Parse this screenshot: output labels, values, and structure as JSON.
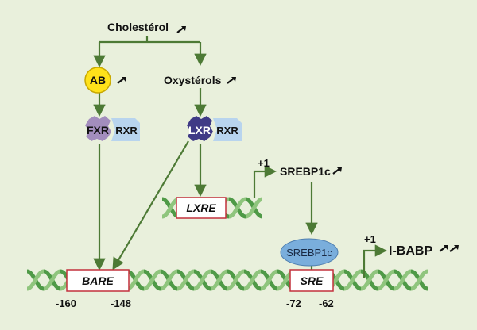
{
  "labels": {
    "cholesterol": "Cholestérol",
    "ab": "AB",
    "oxysterols": "Oxystérols",
    "fxr": "FXR",
    "rxr_left": "RXR",
    "lxr": "LXR",
    "rxr_right": "RXR",
    "lxre": "LXRE",
    "plus_one_srebp": "+1",
    "srebp1c_gene": "SREBP1c",
    "srebp1c_protein": "SREBP1c",
    "plus_one_ibabp": "+1",
    "ibabp": "I-BABP",
    "bare": "BARE",
    "sre": "SRE",
    "pos_minus160": "-160",
    "pos_minus148": "-148",
    "pos_minus72": "-72",
    "pos_minus62": "-62"
  },
  "colors": {
    "background": "#e9f0dc",
    "arrow": "#4d7a35",
    "dna": "#4f9a47",
    "ab_circle": "#ffe21a",
    "receptor_fxr": "#a38dbd",
    "receptor_lxr": "#3f3a86",
    "receptor_rxr": "#b8d4ee",
    "srebp_ellipse": "#7aaedc",
    "box_border": "#c3303c"
  }
}
